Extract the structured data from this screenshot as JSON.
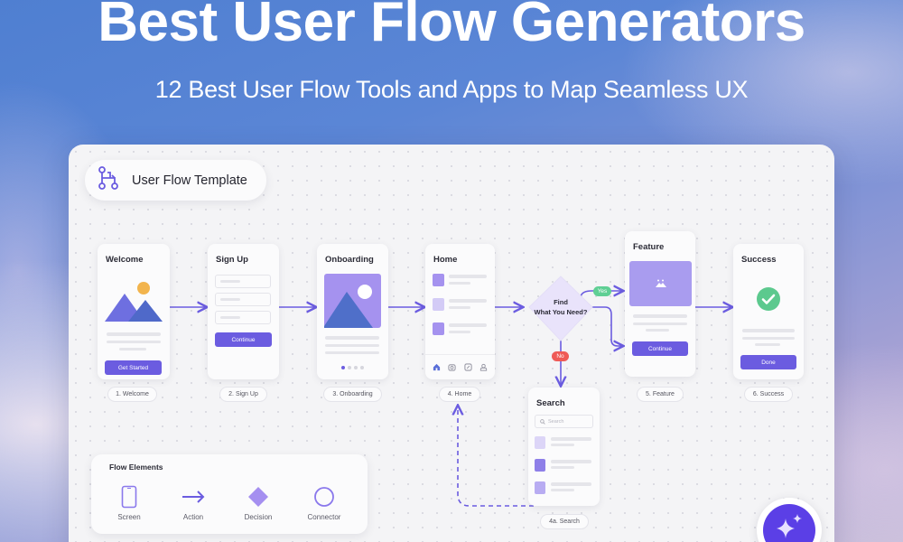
{
  "hero": {
    "title": "Best User Flow Generators",
    "subtitle": "12 Best User Flow Tools and Apps to Map Seamless UX"
  },
  "template": {
    "label": "User Flow Template",
    "icon": "flow-branch-icon"
  },
  "colors": {
    "accent": "#6b5ce0",
    "decision_fill": "#e9e3fb",
    "yes_badge": "#5fcf94",
    "no_badge": "#ef5b57",
    "success_check": "#5cc98e",
    "fab": "#5b3fe6"
  },
  "screens": [
    {
      "id": "welcome",
      "title": "Welcome",
      "button": "Get Started",
      "caption": "1. Welcome",
      "icon": "mountain-sun-image-icon"
    },
    {
      "id": "signup",
      "title": "Sign Up",
      "button": "Continue",
      "caption": "2. Sign Up",
      "fields": 3
    },
    {
      "id": "onboarding",
      "title": "Onboarding",
      "caption": "3. Onboarding",
      "icon": "mountain-moon-image-icon",
      "pager_dots": 4,
      "active_dot": 1
    },
    {
      "id": "home",
      "title": "Home",
      "caption": "4. Home",
      "list_items": 3,
      "nav_icons": [
        "home-icon",
        "camera-icon",
        "compass-icon",
        "profile-icon"
      ]
    },
    {
      "id": "feature",
      "title": "Feature",
      "button": "Continue",
      "caption": "5. Feature",
      "icon": "image-placeholder-icon"
    },
    {
      "id": "success",
      "title": "Success",
      "button": "Done",
      "caption": "6. Success",
      "icon": "check-circle-icon"
    },
    {
      "id": "search",
      "title": "Search",
      "caption": "4a. Search",
      "search_placeholder": "Search",
      "list_items": 3
    }
  ],
  "decision": {
    "line1": "Find",
    "line2": "What You Need?",
    "yes_label": "Yes",
    "no_label": "No"
  },
  "legend": {
    "title": "Flow Elements",
    "items": [
      {
        "label": "Screen",
        "icon": "phone-screen-icon"
      },
      {
        "label": "Action",
        "icon": "arrow-right-icon"
      },
      {
        "label": "Decision",
        "icon": "diamond-icon"
      },
      {
        "label": "Connector",
        "icon": "circle-icon"
      }
    ]
  },
  "fab": {
    "icon": "sparkle-icon"
  }
}
